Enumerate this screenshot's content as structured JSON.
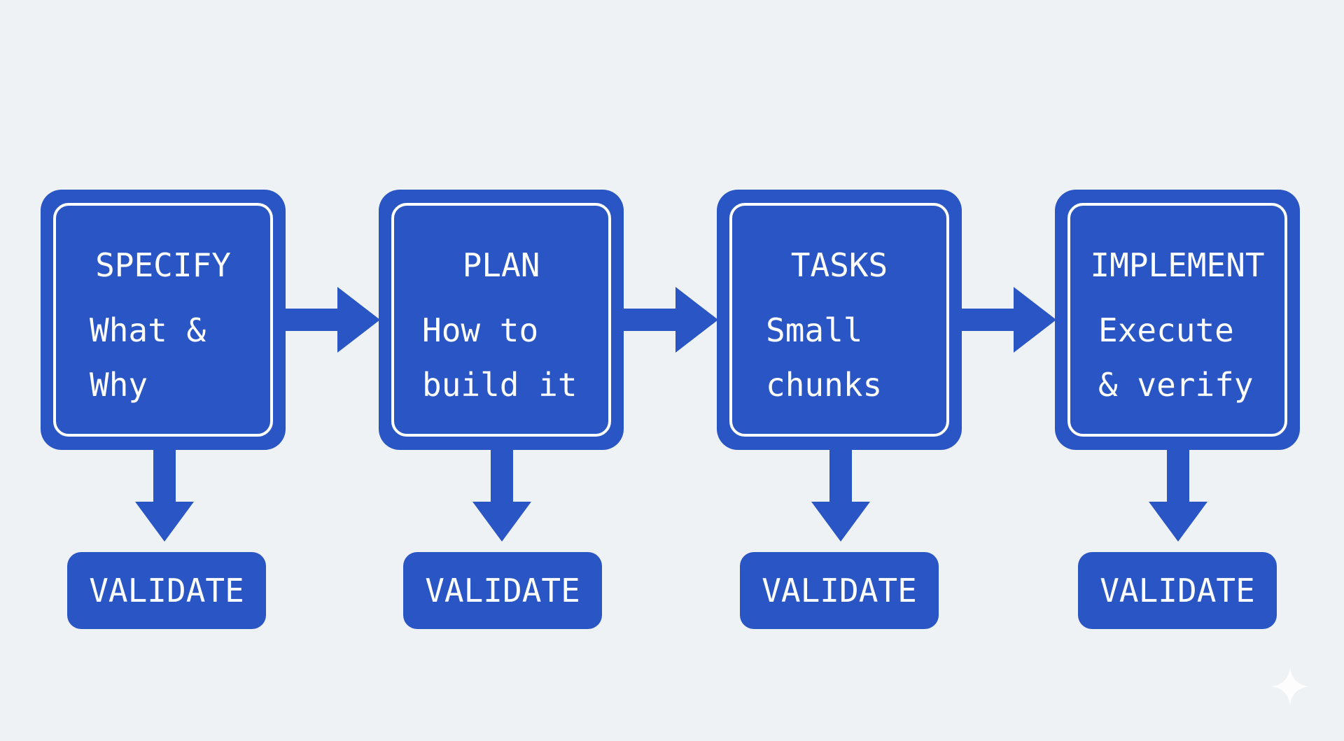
{
  "colors": {
    "background": "#eff2f5",
    "stage_blue": "#2a55c4",
    "text": "#ffffff"
  },
  "stages": [
    {
      "title": "SPECIFY",
      "description": "What &\nWhy",
      "validate_label": "VALIDATE"
    },
    {
      "title": "PLAN",
      "description": "How to\nbuild it",
      "validate_label": "VALIDATE"
    },
    {
      "title": "TASKS",
      "description": "Small\nchunks",
      "validate_label": "VALIDATE"
    },
    {
      "title": "IMPLEMENT",
      "description": "Execute\n& verify",
      "validate_label": "VALIDATE"
    }
  ],
  "icons": {
    "watermark": "sparkle-icon"
  }
}
